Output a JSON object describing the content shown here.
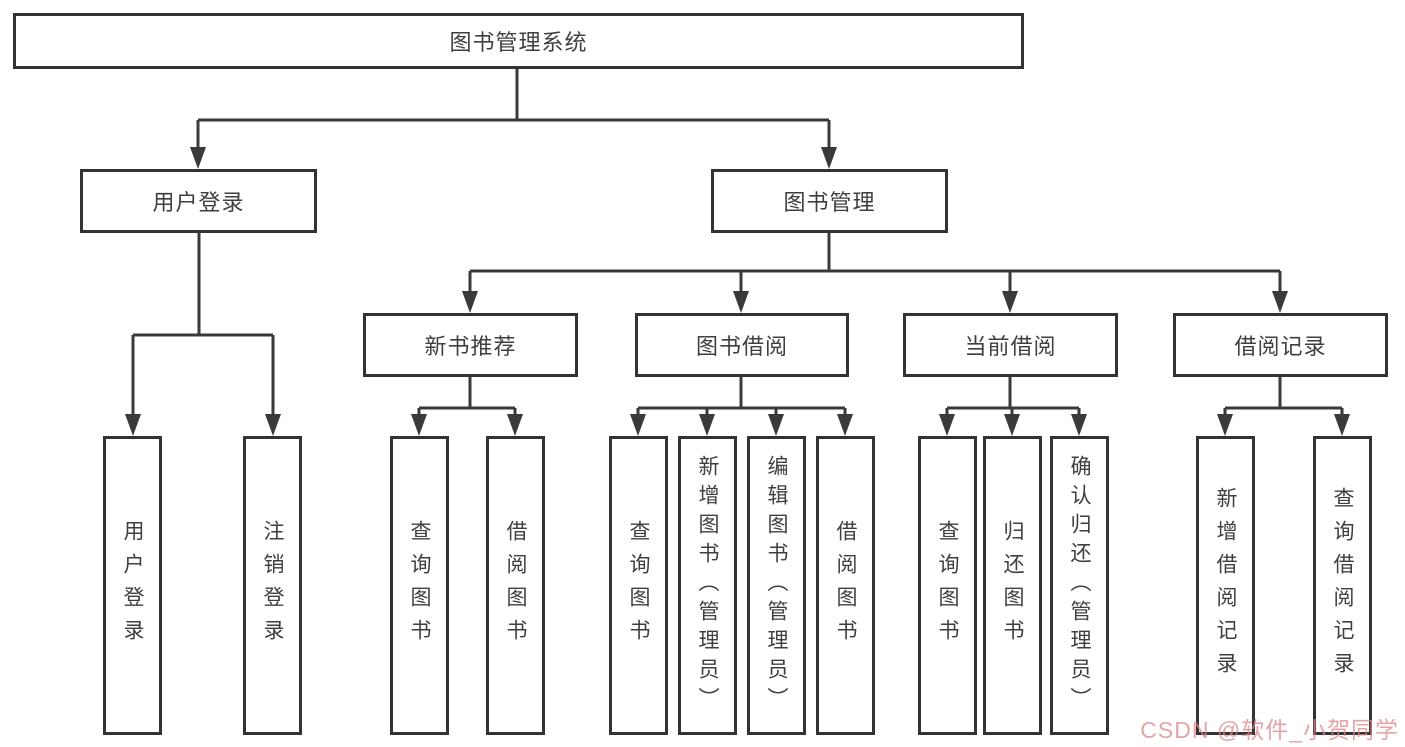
{
  "colors": {
    "background": "#ffffff",
    "box_border": "#333333",
    "box_fill": "#ffffff",
    "connector_line": "#3a3a3a",
    "text": "#3f3f3f",
    "watermark": "#de8489"
  },
  "nodes": {
    "root": {
      "label": "图书管理系统"
    },
    "user_login": {
      "label": "用户登录"
    },
    "book_mgmt": {
      "label": "图书管理"
    },
    "new_book_rec": {
      "label": "新书推荐"
    },
    "book_borrow": {
      "label": "图书借阅"
    },
    "current_borrow": {
      "label": "当前借阅"
    },
    "borrow_records": {
      "label": "借阅记录"
    },
    "leaf_user_login": {
      "label": "用户登录"
    },
    "leaf_logout": {
      "label": "注销登录"
    },
    "leaf_query_book_1": {
      "label": "查询图书"
    },
    "leaf_borrow_book_1": {
      "label": "借阅图书"
    },
    "leaf_query_book_2": {
      "label": "查询图书"
    },
    "leaf_add_book": {
      "label": "新增图书（管理员）"
    },
    "leaf_edit_book": {
      "label": "编辑图书（管理员）"
    },
    "leaf_borrow_book_2": {
      "label": "借阅图书"
    },
    "leaf_query_book_3": {
      "label": "查询图书"
    },
    "leaf_return_book": {
      "label": "归还图书"
    },
    "leaf_confirm_return": {
      "label": "确认归还（管理员）"
    },
    "leaf_add_record": {
      "label": "新增借阅记录"
    },
    "leaf_query_record": {
      "label": "查询借阅记录"
    }
  },
  "hierarchy": {
    "root": [
      "user_login",
      "book_mgmt"
    ],
    "user_login": [
      "leaf_user_login",
      "leaf_logout"
    ],
    "book_mgmt": [
      "new_book_rec",
      "book_borrow",
      "current_borrow",
      "borrow_records"
    ],
    "new_book_rec": [
      "leaf_query_book_1",
      "leaf_borrow_book_1"
    ],
    "book_borrow": [
      "leaf_query_book_2",
      "leaf_add_book",
      "leaf_edit_book",
      "leaf_borrow_book_2"
    ],
    "current_borrow": [
      "leaf_query_book_3",
      "leaf_return_book",
      "leaf_confirm_return"
    ],
    "borrow_records": [
      "leaf_add_record",
      "leaf_query_record"
    ]
  },
  "watermark": {
    "text": "CSDN @软件_小贺同学"
  }
}
